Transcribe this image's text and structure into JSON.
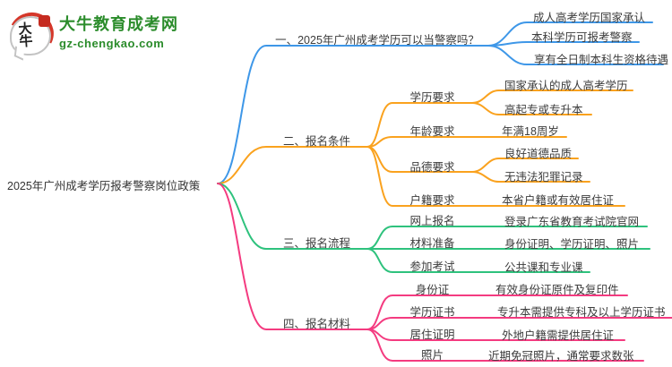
{
  "logo": {
    "title": "大牛教育成考网",
    "domain": "gz-chengkao.com",
    "badge": "大牛",
    "brand_green": "#2b8c2b",
    "brand_red": "#d5372a"
  },
  "root": {
    "label": "2025年广州成考学历报考警察岗位政策"
  },
  "branches": [
    {
      "label": "一、2025年广州成考学历可以当警察吗？",
      "color": "#3E97E8",
      "children": [
        {
          "label": "成人高考学历国家承认"
        },
        {
          "label": "本科学历可报考警察"
        },
        {
          "label": "享有全日制本科生资格待遇"
        }
      ]
    },
    {
      "label": "二、报名条件",
      "color": "#FAA21E",
      "children": [
        {
          "label": "学历要求",
          "children": [
            {
              "label": "国家承认的成人高考学历"
            },
            {
              "label": "高起专或专升本"
            }
          ]
        },
        {
          "label": "年龄要求",
          "children": [
            {
              "label": "年满18周岁"
            }
          ]
        },
        {
          "label": "品德要求",
          "children": [
            {
              "label": "良好道德品质"
            },
            {
              "label": "无违法犯罪记录"
            }
          ]
        },
        {
          "label": "户籍要求",
          "children": [
            {
              "label": "本省户籍或有效居住证"
            }
          ]
        }
      ]
    },
    {
      "label": "三、报名流程",
      "color": "#2EC27D",
      "children": [
        {
          "label": "网上报名",
          "children": [
            {
              "label": "登录广东省教育考试院官网"
            }
          ]
        },
        {
          "label": "材料准备",
          "children": [
            {
              "label": "身份证明、学历证明、照片"
            }
          ]
        },
        {
          "label": "参加考试",
          "children": [
            {
              "label": "公共课和专业课"
            }
          ]
        }
      ]
    },
    {
      "label": "四、报名材料",
      "color": "#F43B80",
      "children": [
        {
          "label": "身份证",
          "children": [
            {
              "label": "有效身份证原件及复印件"
            }
          ]
        },
        {
          "label": "学历证书",
          "children": [
            {
              "label": "专升本需提供专科及以上学历证书"
            }
          ]
        },
        {
          "label": "居住证明",
          "children": [
            {
              "label": "外地户籍需提供居住证"
            }
          ]
        },
        {
          "label": "照片",
          "children": [
            {
              "label": "近期免冠照片，通常要求数张"
            }
          ]
        }
      ]
    }
  ]
}
